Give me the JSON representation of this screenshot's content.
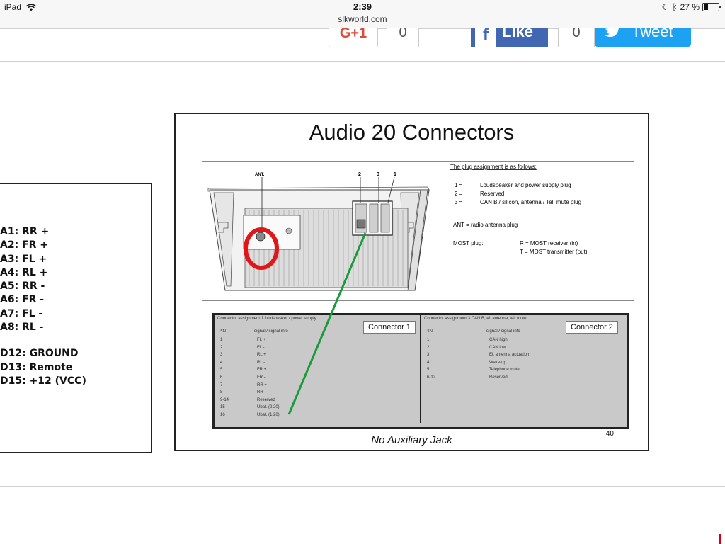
{
  "status_bar": {
    "device": "iPad",
    "time": "2:39",
    "url": "slkworld.com",
    "battery": "27 %",
    "battery_level": 0.27
  },
  "share_bar": {
    "gplus_label": "G+1",
    "gplus_count": "0",
    "like_label": "Like",
    "like_count": "0",
    "tweet_label": "Tweet"
  },
  "pinout": {
    "speakers": [
      "A1: RR +",
      "A2: FR +",
      "A3: FL +",
      "A4: RL +",
      "A5: RR -",
      "A6: FR -",
      "A7: FL -",
      "A8: RL -"
    ],
    "power": [
      "D12: GROUND",
      "D13: Remote",
      "D15: +12 (VCC)"
    ]
  },
  "slide": {
    "title": "Audio 20 Connectors",
    "footer": "No Auxiliary Jack",
    "page_number": "40",
    "diagram": {
      "ant_label": "ANT.",
      "callouts": [
        "2",
        "3",
        "1"
      ],
      "plug_heading": "The plug assignment is as follows:",
      "plug_items": [
        "1 =",
        "Loudspeaker and power supply plug",
        "2 =",
        "Reserved",
        "3 =",
        "CAN B / silicon, antenna / Tel. mute plug"
      ],
      "ant_note": "ANT = radio antenna plug",
      "most_label": "MOST plug:",
      "most_r": "R = MOST receiver (in)",
      "most_t": "T = MOST transmitter (out)"
    },
    "connector1": {
      "label": "Connector 1",
      "heading": "Connector assignment 1 loudspeaker / power supply",
      "col_pin": "PIN",
      "col_signal": "signal / signal info",
      "rows": [
        [
          "1",
          "FL +"
        ],
        [
          "2",
          "FL -"
        ],
        [
          "3",
          "RL +"
        ],
        [
          "4",
          "RL -"
        ],
        [
          "5",
          "FR +"
        ],
        [
          "6",
          "FR -"
        ],
        [
          "7",
          "RR +"
        ],
        [
          "8",
          "RR -"
        ],
        [
          "9-14",
          "Reserved"
        ],
        [
          "15",
          "Ubat. (2.20)"
        ],
        [
          "16",
          "Ubat. (1.20)"
        ]
      ]
    },
    "connector2": {
      "label": "Connector 2",
      "heading": "Connector assignment 3 CAN B, el. antenna, tel. mute",
      "col_pin": "PIN",
      "col_signal": "signal / signal info",
      "rows": [
        [
          "1",
          "CAN high"
        ],
        [
          "2",
          "CAN low"
        ],
        [
          "3",
          "El. antenna actuation"
        ],
        [
          "4",
          "Wake-up"
        ],
        [
          "5",
          "Telephone mute"
        ],
        [
          "6-12",
          "Reserved"
        ]
      ]
    }
  },
  "colors": {
    "facebook": "#4267b2",
    "twitter": "#1da1f2",
    "gplus": "#dd4b39",
    "highlight_circle": "#e0161a",
    "annotation_line": "#1b9a3c"
  }
}
